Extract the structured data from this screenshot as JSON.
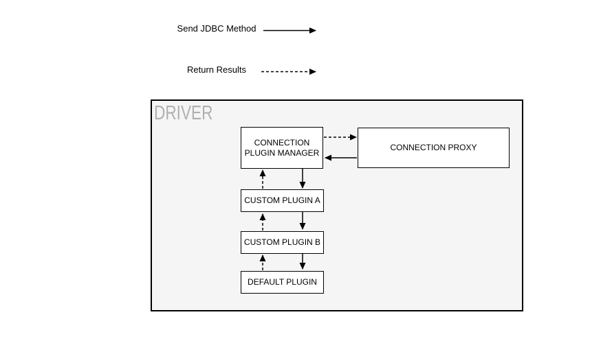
{
  "legend": {
    "items": [
      {
        "id": "send-jdbc-method",
        "label": "Send JDBC Method",
        "line_style": "solid"
      },
      {
        "id": "return-results",
        "label": "Return Results",
        "line_style": "dashed"
      }
    ]
  },
  "diagram": {
    "container": {
      "label": "DRIVER"
    },
    "nodes": [
      {
        "id": "connection-plugin-manager",
        "label": "CONNECTION PLUGIN MANAGER"
      },
      {
        "id": "connection-proxy",
        "label": "CONNECTION PROXY"
      },
      {
        "id": "custom-plugin-a",
        "label": "CUSTOM PLUGIN A"
      },
      {
        "id": "custom-plugin-b",
        "label": "CUSTOM PLUGIN B"
      },
      {
        "id": "default-plugin",
        "label": "DEFAULT PLUGIN"
      }
    ],
    "edges": [
      {
        "from": "connection-plugin-manager",
        "to": "connection-proxy",
        "meaning": "Return Results",
        "style": "dashed"
      },
      {
        "from": "connection-proxy",
        "to": "connection-plugin-manager",
        "meaning": "Send JDBC Method",
        "style": "solid"
      },
      {
        "from": "connection-plugin-manager",
        "to": "custom-plugin-a",
        "meaning": "Send JDBC Method",
        "style": "solid"
      },
      {
        "from": "custom-plugin-a",
        "to": "connection-plugin-manager",
        "meaning": "Return Results",
        "style": "dashed"
      },
      {
        "from": "custom-plugin-a",
        "to": "custom-plugin-b",
        "meaning": "Send JDBC Method",
        "style": "solid"
      },
      {
        "from": "custom-plugin-b",
        "to": "custom-plugin-a",
        "meaning": "Return Results",
        "style": "dashed"
      },
      {
        "from": "custom-plugin-b",
        "to": "default-plugin",
        "meaning": "Send JDBC Method",
        "style": "solid"
      },
      {
        "from": "default-plugin",
        "to": "custom-plugin-b",
        "meaning": "Return Results",
        "style": "dashed"
      }
    ]
  },
  "colors": {
    "background": "#ffffff",
    "container_fill": "#f5f5f5",
    "container_label": "#b0b0b0",
    "node_fill": "#ffffff",
    "stroke": "#000000"
  }
}
